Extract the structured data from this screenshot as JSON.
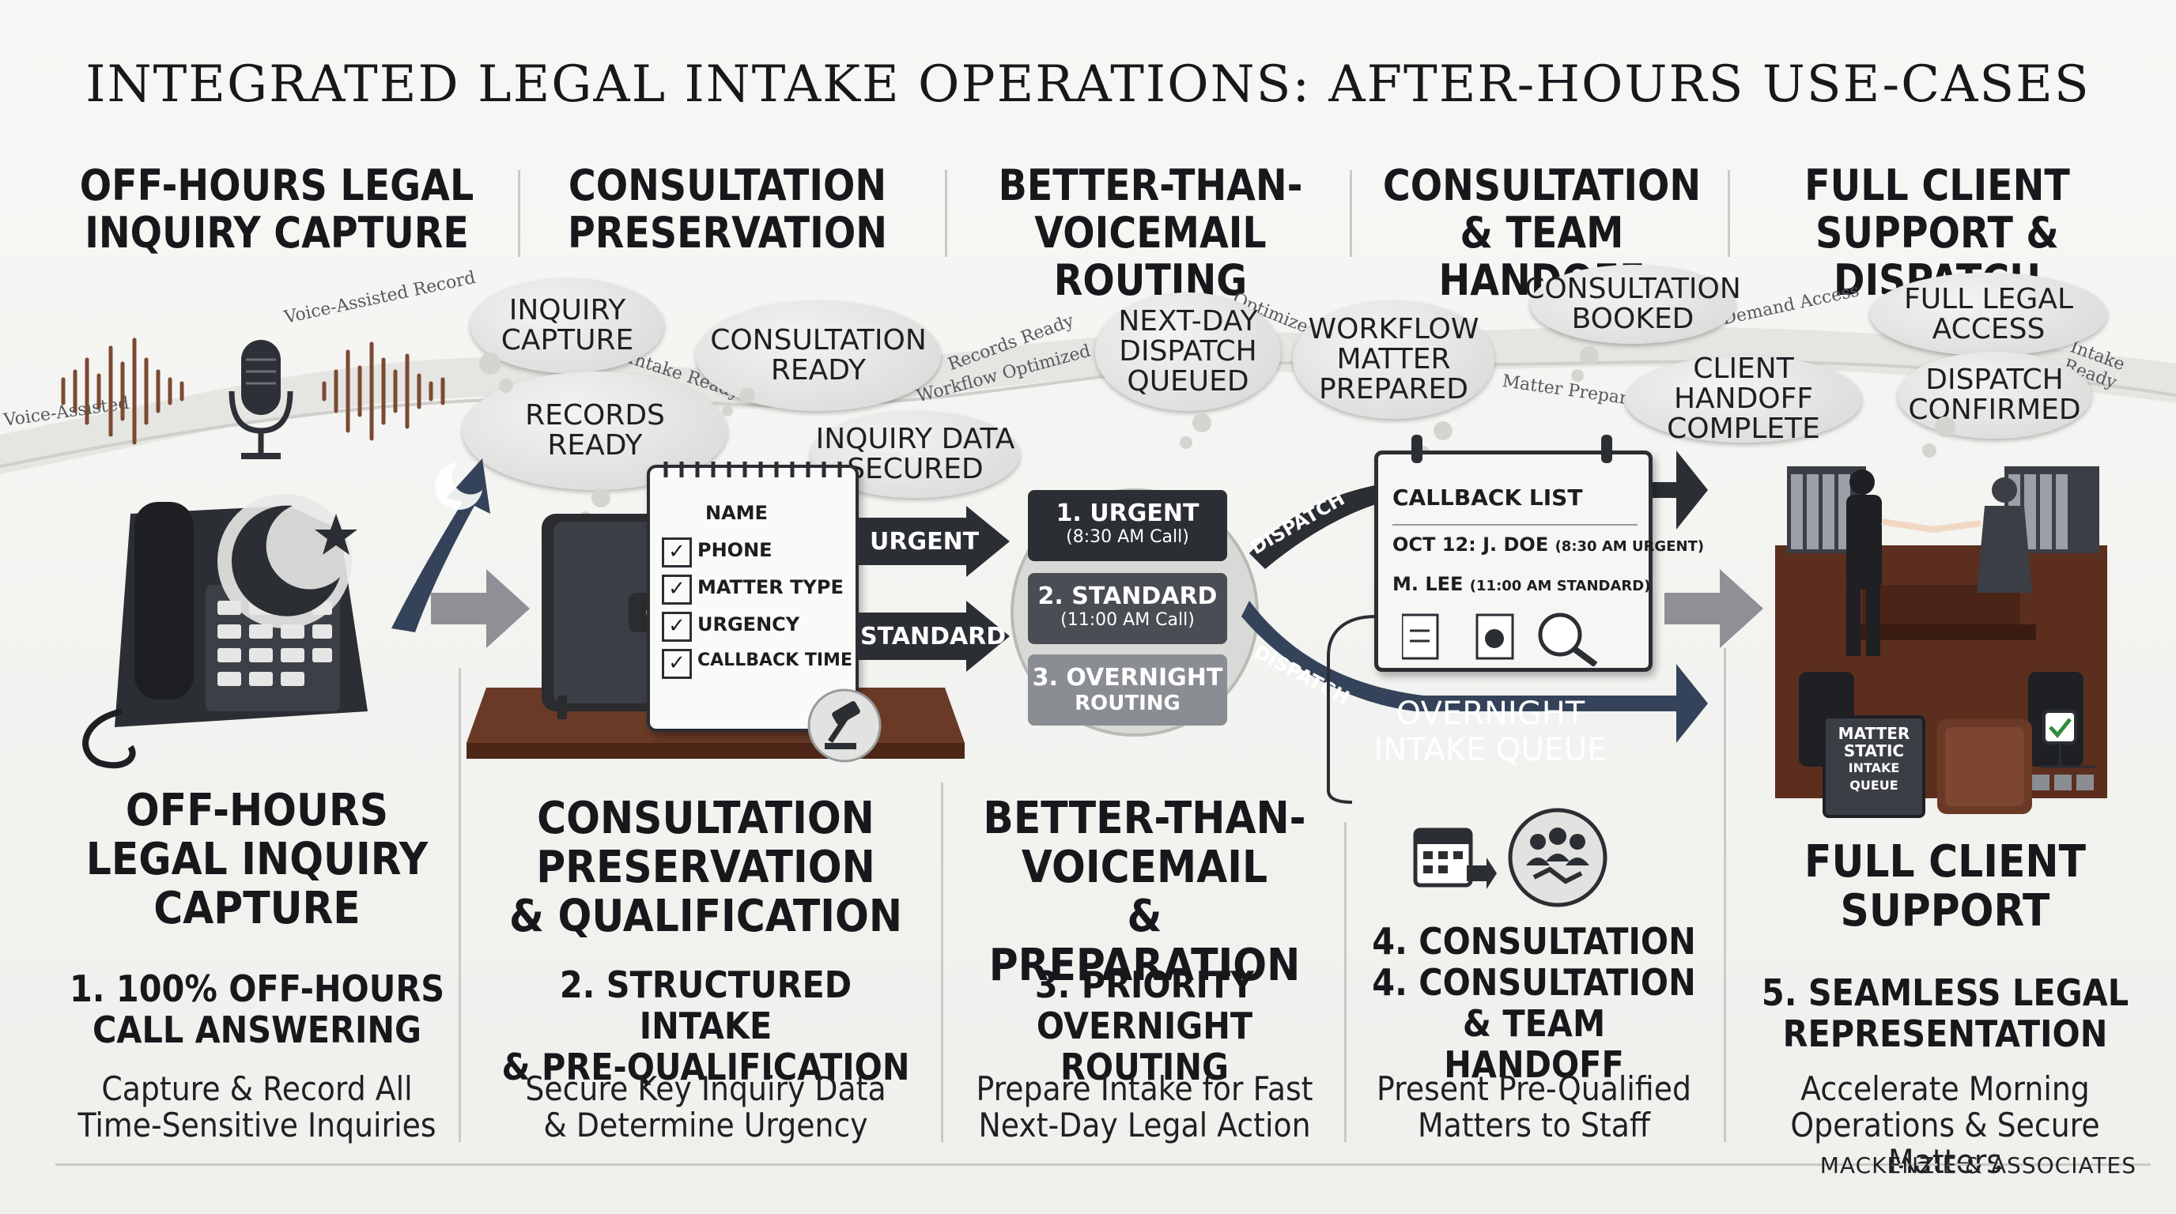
{
  "title": "INTEGRATED LEGAL INTAKE OPERATIONS: AFTER-HOURS USE-CASES",
  "headers": [
    {
      "line1": "OFF-HOURS LEGAL",
      "line2": "INQUIRY CAPTURE"
    },
    {
      "line1": "CONSULTATION",
      "line2": "PRESERVATION"
    },
    {
      "line1": "BETTER-THAN-",
      "line2": "VOICEMAIL ROUTING"
    },
    {
      "line1": "CONSULTATION",
      "line2": "& TEAM HANDOFF"
    },
    {
      "line1": "FULL CLIENT",
      "line2": "SUPPORT & DISPATCH"
    }
  ],
  "bubbles": {
    "inquiry_capture": {
      "line1": "INQUIRY",
      "line2": "CAPTURE"
    },
    "records_ready": {
      "line1": "RECORDS",
      "line2": "READY"
    },
    "consultation_ready": {
      "line1": "CONSULTATION",
      "line2": "READY"
    },
    "inquiry_data_secured": {
      "line1": "INQUIRY DATA",
      "line2": "SECURED"
    },
    "next_day_dispatch": {
      "line1": "NEXT-DAY",
      "line2": "DISPATCH",
      "line3": "QUEUED"
    },
    "workflow_matter": {
      "line1": "WORKFLOW",
      "line2": "MATTER",
      "line3": "PREPARED"
    },
    "consultation_booked": {
      "line1": "CONSULTATION",
      "line2": "BOOKED"
    },
    "client_handoff": {
      "line1": "CLIENT HANDOFF",
      "line2": "COMPLETE"
    },
    "full_legal_access": {
      "line1": "FULL LEGAL",
      "line2": "ACCESS"
    },
    "dispatch_confirmed": {
      "line1": "DISPATCH",
      "line2": "CONFIRMED"
    }
  },
  "ribbon_labels": {
    "voice_assisted": "Voice-Assisted",
    "voice_assisted_record": "Voice-Assisted Record",
    "intake_ready": "Intake Ready",
    "records_ready": "Records Ready",
    "workflow_optimized": "Workflow Optimized",
    "optimized": "Optimized",
    "matter_prepared": "Matter Prepared",
    "on_demand_access": "On-Demand Access",
    "intake_ready_2": "Intake Ready"
  },
  "checklist": {
    "items": [
      "NAME",
      "PHONE",
      "MATTER TYPE",
      "URGENCY",
      "CALLBACK TIME"
    ]
  },
  "routing": {
    "urgent_arrow": "URGENT",
    "standard_arrow": "STANDARD",
    "stack": [
      {
        "label": "1. URGENT",
        "sub": "(8:30 AM Call)"
      },
      {
        "label": "2. STANDARD",
        "sub": "(11:00 AM Call)"
      },
      {
        "label": "3. OVERNIGHT",
        "sub": "ROUTING"
      }
    ],
    "dispatch_label": "DISPATCH"
  },
  "callback": {
    "title": "CALLBACK LIST",
    "row1_date": "OCT 12: J. DOE",
    "row1_detail": "(8:30 AM URGENT)",
    "row2_name": "M. LEE",
    "row2_detail": "(11:00 AM STANDARD)"
  },
  "overnight_queue": {
    "line1": "OVERNIGHT",
    "line2": "INTAKE QUEUE"
  },
  "desk_book": {
    "line1": "MATTER",
    "line2": "STATIC",
    "line3": "INTAKE QUEUE"
  },
  "sections": [
    {
      "title": [
        "OFF-HOURS",
        "LEGAL INQUIRY",
        "CAPTURE"
      ],
      "sub": [
        "1. 100% OFF-HOURS",
        "CALL ANSWERING"
      ],
      "desc": [
        "Capture & Record All",
        "Time-Sensitive Inquiries"
      ]
    },
    {
      "title": [
        "CONSULTATION",
        "PRESERVATION",
        "& QUALIFICATION"
      ],
      "sub": [
        "2. STRUCTURED INTAKE",
        "& PRE-QUALIFICATION"
      ],
      "desc": [
        "Secure Key Inquiry Data",
        "& Determine Urgency"
      ]
    },
    {
      "title": [
        "BETTER-THAN-",
        "VOICEMAIL",
        "& PREPARATION"
      ],
      "sub": [
        "3. PRIORITY",
        "OVERNIGHT ROUTING"
      ],
      "desc": [
        "Prepare Intake for Fast",
        "Next-Day Legal Action"
      ]
    },
    {
      "title": [],
      "sub": [
        "4. CONSULTATION",
        "4. CONSULTATION",
        "& TEAM HANDOFF"
      ],
      "desc": [
        "Present Pre-Qualified",
        "Matters to Staff"
      ]
    },
    {
      "title": [
        "FULL CLIENT",
        "SUPPORT"
      ],
      "sub": [
        "5. SEAMLESS LEGAL",
        "REPRESENTATION"
      ],
      "desc": [
        "Accelerate Morning",
        "Operations & Secure Matters"
      ]
    }
  ],
  "footer": "MACKENZIE & ASSOCIATES",
  "colors": {
    "navy": "#34435a",
    "dark": "#2b2e33",
    "wood": "#6b3a26",
    "bubble": "#dcdcda"
  }
}
